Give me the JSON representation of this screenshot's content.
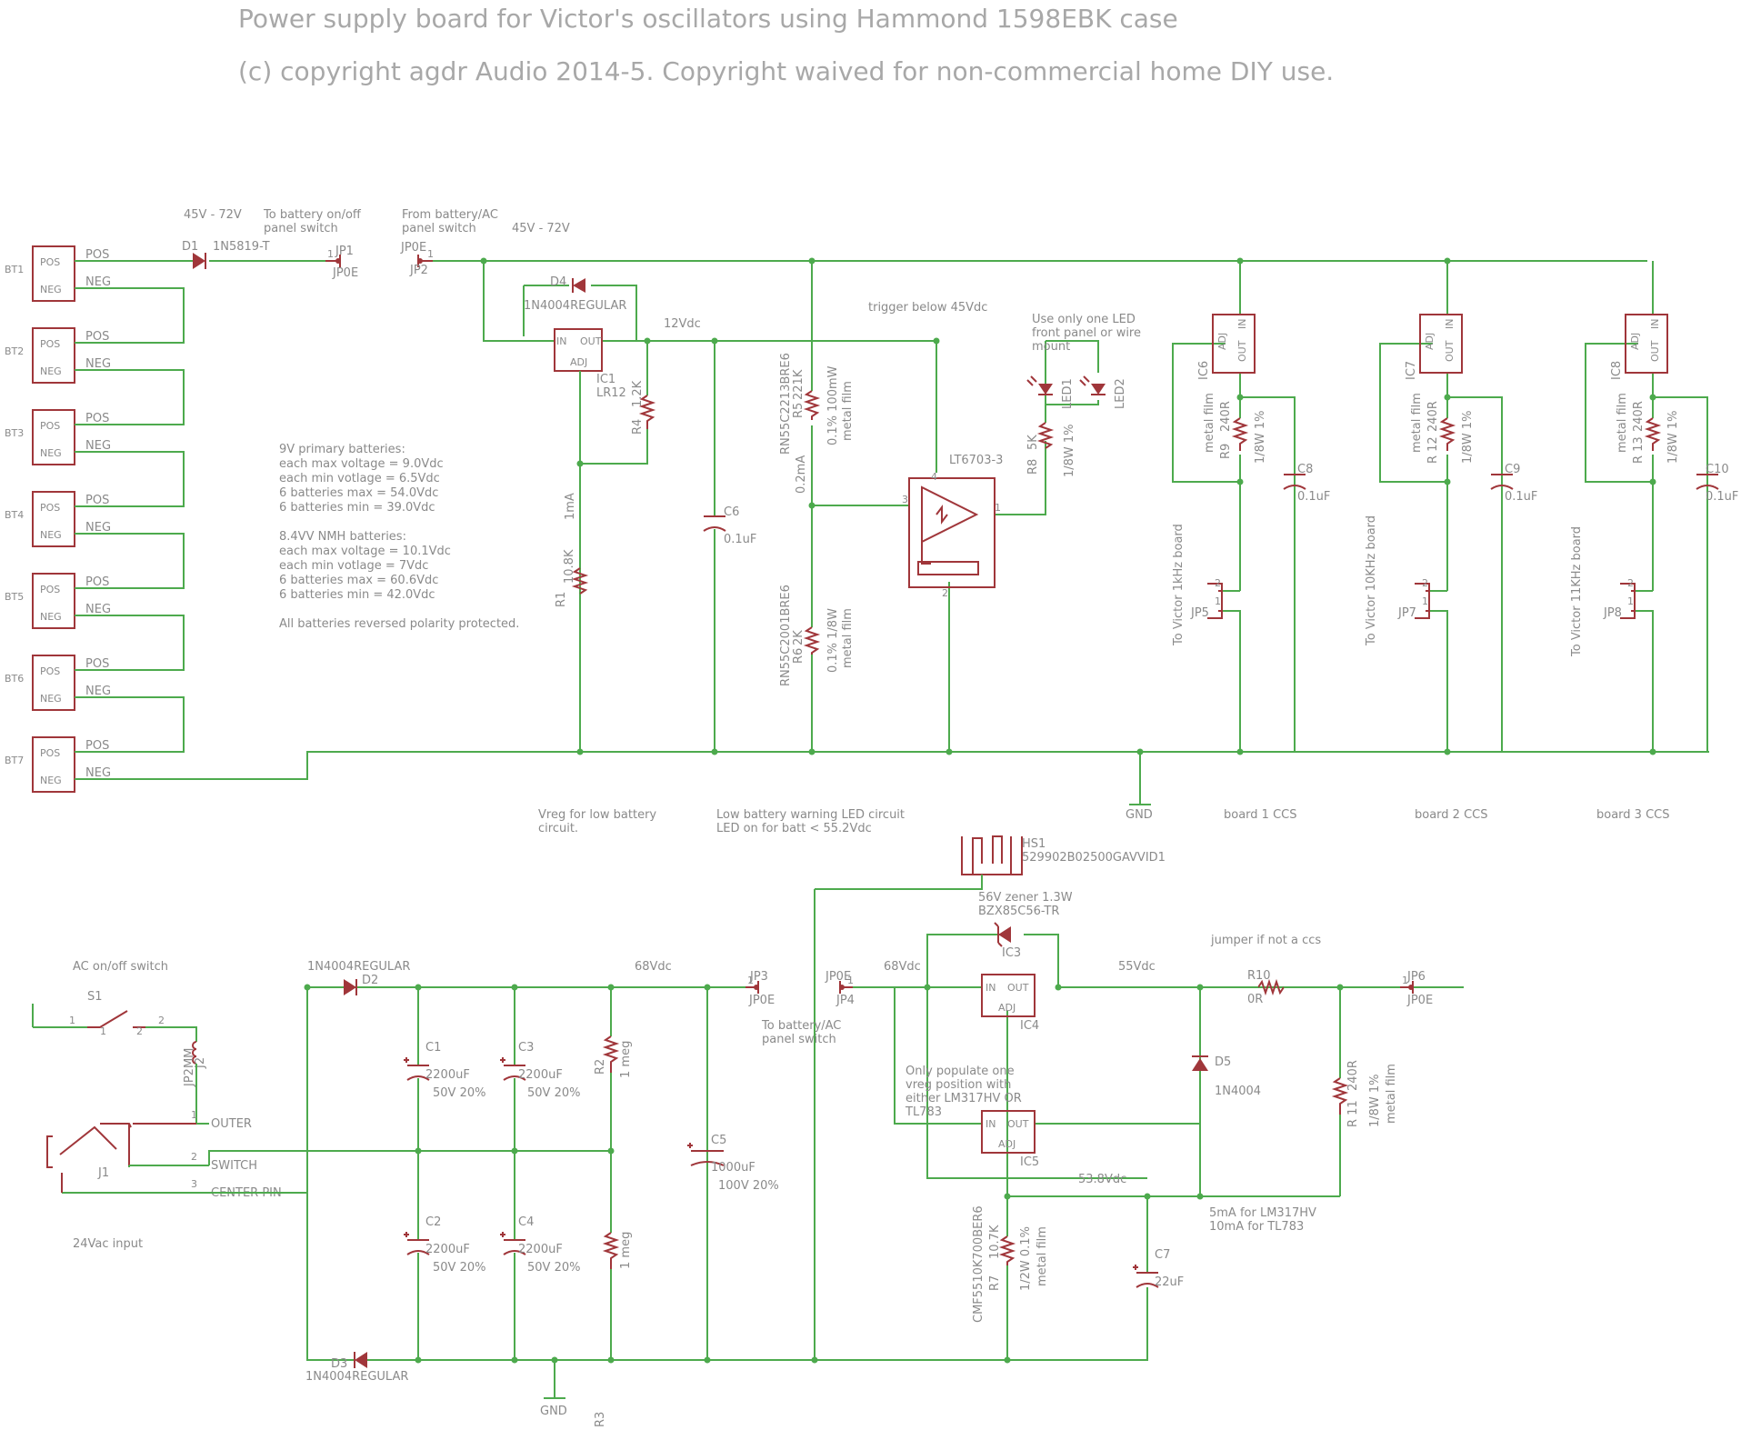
{
  "title": "Power supply board for Victor's oscillators using Hammond 1598EBK case",
  "copyright": "(c) copyright agdr Audio 2014-5.  Copyright waived for non-commercial home DIY use.",
  "pin_pos": "POS",
  "pin_neg": "NEG",
  "batteries": [
    "BT1",
    "BT2",
    "BT3",
    "BT4",
    "BT5",
    "BT6",
    "BT7"
  ],
  "top": {
    "d1": "D1",
    "d1_part": "1N5819-T",
    "v_45_72a": "45V - 72V",
    "v_45_72b": "45V - 72V",
    "jp1_note_1": "To battery on/off",
    "jp1_note_2": "panel switch",
    "jp1": "JP1",
    "jp1_part": "JP0E",
    "jp2_note_1": "From battery/AC",
    "jp2_note_2": "panel switch",
    "jp2": "JP2",
    "jp2_part": "JP0E",
    "pin_1": "1",
    "d4": "D4",
    "d4_part": "1N4004REGULAR",
    "v12": "12Vdc",
    "ic1": "IC1",
    "ic1_part": "LR12",
    "in": "IN",
    "out": "OUT",
    "adj": "ADJ",
    "r4": "R4",
    "r4_val": "1.2K",
    "ma1": "1mA",
    "r1": "R1",
    "r1_val": "10.8K",
    "vreg_note_1": "Vreg for low battery",
    "vreg_note_2": "circuit.",
    "c6": "C6",
    "c6_val": "0.1uF",
    "r5_part": "RN55C2213BRE6",
    "r5": "R5",
    "r5_val": "221K",
    "r5_spec": "0.1% 100mW",
    "r5_type": "metal film",
    "ma02": "0.2mA",
    "r6_part": "RN55C2001BRE6",
    "r6": "R6",
    "r6_val": "2K",
    "r6_spec": "0.1% 1/8W",
    "r6_type": "metal film",
    "lowbat_1": "Low battery warning LED circuit",
    "lowbat_2": "LED on for batt < 55.2Vdc",
    "trigger": "trigger below 45Vdc",
    "lt": "LT6703-3",
    "pin_3": "3",
    "pin_4": "4",
    "pin_2": "2",
    "led_note_1": "Use only one LED",
    "led_note_2": "front panel or wire",
    "led_note_3": "mount",
    "led1": "LED1",
    "led2": "LED2",
    "r8": "R8",
    "r8_val": "5K",
    "r8_spec": "1/8W 1%",
    "gnd": "GND"
  },
  "batt_notes": {
    "l1": "9V primary batteries:",
    "l2": "each max voltage = 9.0Vdc",
    "l3": "each min votlage = 6.5Vdc",
    "l4": "6 batteries max = 54.0Vdc",
    "l5": "6 batteries min = 39.0Vdc",
    "l6": "8.4VV NMH batteries:",
    "l7": "each max voltage = 10.1Vdc",
    "l8": "each min votlage = 7Vdc",
    "l9": "6 batteries max = 60.6Vdc",
    "l10": "6 batteries min = 42.0Vdc",
    "l11": "All batteries reversed polarity protected."
  },
  "ccs": [
    {
      "ic": "IC6",
      "r": "R9",
      "r_val": "240R",
      "r_type": "metal film",
      "r_spec": "1/8W 1%",
      "c": "C8",
      "c_val": "0.1uF",
      "jp": "JP5",
      "to": "To Victor 1kHz board",
      "label": "board 1 CCS"
    },
    {
      "ic": "IC7",
      "r": "R 12",
      "r_val": "240R",
      "r_type": "metal film",
      "r_spec": "1/8W 1%",
      "c": "C9",
      "c_val": "0.1uF",
      "jp": "JP7",
      "to": "To Victor 10KHz board",
      "label": "board 2 CCS"
    },
    {
      "ic": "IC8",
      "r": "R 13",
      "r_val": "240R",
      "r_type": "metal film",
      "r_spec": "1/8W 1%",
      "c": "C10",
      "c_val": "0.1uF",
      "jp": "JP8",
      "to": "To Victor 11KHz board",
      "label": "board 3 CCS"
    }
  ],
  "bottom": {
    "hs1": "HS1",
    "hs1_part": "529902B02500GAVVID1",
    "ac_switch": "AC on/off switch",
    "s1": "S1",
    "pin_1": "1",
    "pin_2": "2",
    "pin_3": "3",
    "j2": "J2",
    "j2_part": "JP2MM",
    "outer": "OUTER",
    "switch": "SWITCH",
    "center": "CENTER PIN",
    "j1": "J1",
    "input": "24Vac input",
    "d2": "D2",
    "d2_part": "1N4004REGULAR",
    "d3": "D3",
    "d3_part": "1N4004REGULAR",
    "v68": "68Vdc",
    "v68b": "68Vdc",
    "c1": "C1",
    "c2": "C2",
    "c3": "C3",
    "c4": "C4",
    "c_val": "2200uF",
    "c_rating": "50V 20%",
    "r2": "R2",
    "r_meg": "1 meg",
    "r3": "R3",
    "gnd": "GND",
    "c5": "C5",
    "c5_val": "1000uF",
    "c5_rating": "100V 20%",
    "jp3": "JP3",
    "jp3_part": "JP0E",
    "jp4": "JP4",
    "jp4_part": "JP0E",
    "jp4_note_1": "To battery/AC",
    "jp4_note_2": "panel switch",
    "zener_1": "56V zener 1.3W",
    "zener_2": "BZX85C56-TR",
    "ic3": "IC3",
    "ic4": "IC4",
    "ic5": "IC5",
    "in": "IN",
    "out": "OUT",
    "adj": "ADJ",
    "vreg_note_1": "Only populate one",
    "vreg_note_2": "vreg position with",
    "vreg_note_3": "either LM317HV OR",
    "vreg_note_4": "TL783",
    "v55": "55Vdc",
    "v538": "53.8Vdc",
    "jumper": "jumper if not a ccs",
    "r10": "R10",
    "r10_val": "0R",
    "jp6": "JP6",
    "jp6_part": "JP0E",
    "d5": "D5",
    "d5_part": "1N4004",
    "r11": "R 11",
    "r11_val": "240R",
    "r11_spec": "1/8W 1%",
    "r11_type": "metal film",
    "ma_1": "5mA for LM317HV",
    "ma_2": "10mA for TL783",
    "r7_part": "CMF5510K700BER6",
    "r7": "R7",
    "r7_val": "10.7K",
    "r7_spec": "1/2W 0.1%",
    "r7_type": "metal film",
    "c7": "C7",
    "c7_val": "22uF"
  }
}
